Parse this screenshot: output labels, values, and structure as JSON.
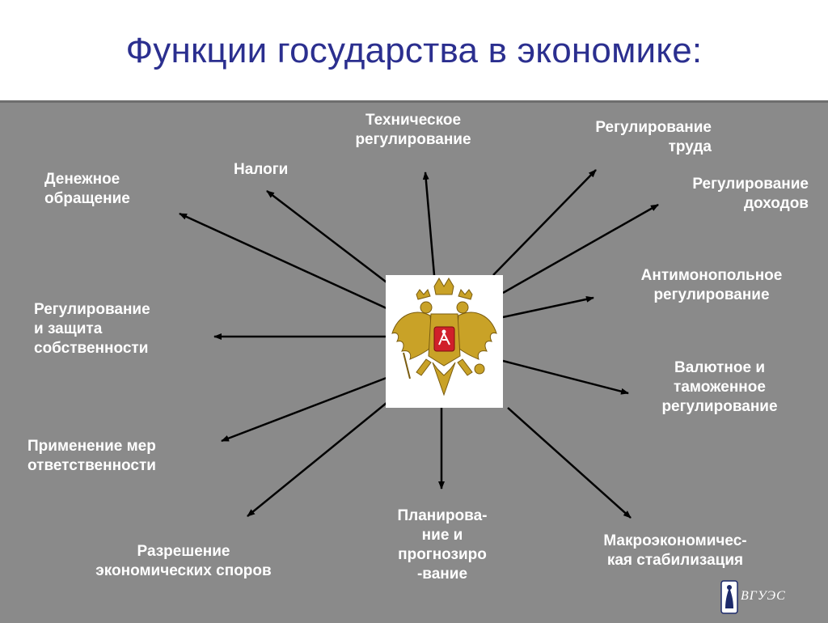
{
  "slide": {
    "title": "Функции государства в экономике:"
  },
  "center": {
    "icon": "russian-coat-of-arms-icon"
  },
  "functions": [
    {
      "id": "money",
      "label": "Денежное\nобращение"
    },
    {
      "id": "taxes",
      "label": "Налоги"
    },
    {
      "id": "technical",
      "label": "Техническое\nрегулирование"
    },
    {
      "id": "labor",
      "label": "Регулирование\nтруда"
    },
    {
      "id": "income",
      "label": "Регулирование\nдоходов"
    },
    {
      "id": "antimonopoly",
      "label": "Антимонопольное\nрегулирование"
    },
    {
      "id": "currency",
      "label": "Валютное и\nтаможенное\nрегулирование"
    },
    {
      "id": "macro",
      "label": "Макроэкономичес-\nкая стабилизация"
    },
    {
      "id": "planning",
      "label": "Планирова-\nние и\nпрогнозиро\n-вание"
    },
    {
      "id": "disputes",
      "label": "Разрешение\nэкономических споров"
    },
    {
      "id": "liability",
      "label": "Применение мер\nответственности"
    },
    {
      "id": "property",
      "label": "Регулирование\nи защита\nсобственности"
    }
  ],
  "logo": {
    "text": "ВГУЭС",
    "icon": "university-logo-icon"
  },
  "colors": {
    "title": "#2b2f8f",
    "panel": "#8a8a8a",
    "arrow": "#000000",
    "label": "#ffffff"
  }
}
